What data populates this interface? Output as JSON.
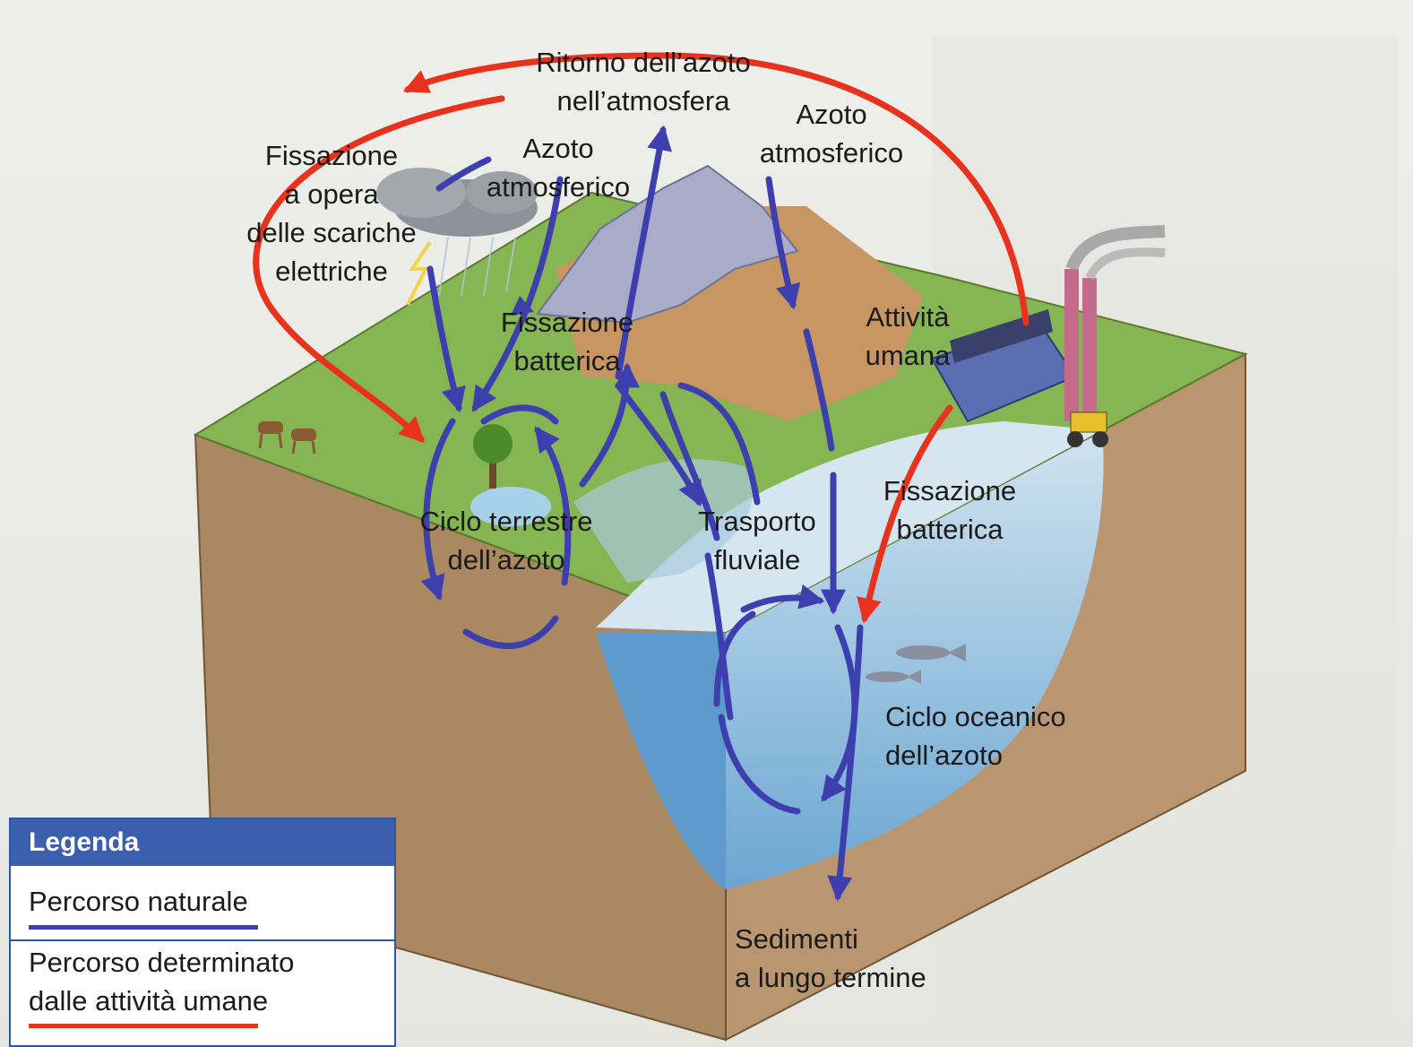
{
  "colors": {
    "natural": "#3d3fae",
    "human": "#e8321e",
    "legend_header": "#3a5fae",
    "water": "#8fc0e0",
    "soil": "#b59067",
    "grass": "#7fb24a"
  },
  "labels": {
    "ritorno": [
      "Ritorno dell’azoto",
      "nell’atmosfera"
    ],
    "azoto_left": [
      "Azoto",
      "atmosferico"
    ],
    "azoto_right": [
      "Azoto",
      "atmosferico"
    ],
    "fissazione_scariche": [
      "Fissazione",
      "a opera",
      "delle scariche",
      "elettriche"
    ],
    "fissazione_batterica_land": [
      "Fissazione",
      "batterica"
    ],
    "attivita_umana": [
      "Attività",
      "umana"
    ],
    "fissazione_batterica_sea": [
      "Fissazione",
      "batterica"
    ],
    "ciclo_terrestre": [
      "Ciclo terrestre",
      "dell’azoto"
    ],
    "trasporto_fluviale": [
      "Trasporto",
      "fluviale"
    ],
    "ciclo_oceanico": [
      "Ciclo oceanico",
      "dell’azoto"
    ],
    "sedimenti": [
      "Sedimenti",
      "a lungo termine"
    ]
  },
  "legend": {
    "title": "Legenda",
    "natural": "Percorso naturale",
    "human": [
      "Percorso determinato",
      "dalle attività umane"
    ]
  },
  "icons": [
    "storm-cloud-icon",
    "factory-icon",
    "deer-icon",
    "tree-icon",
    "fish-icon",
    "tractor-icon",
    "mountain-icon"
  ]
}
